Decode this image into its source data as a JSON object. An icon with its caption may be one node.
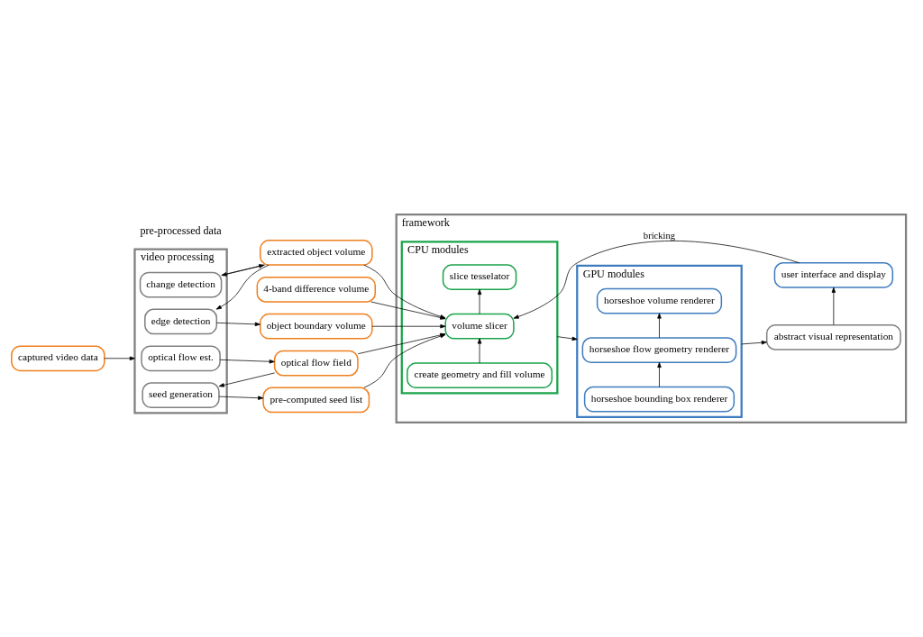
{
  "diagram": {
    "nodes": [
      {
        "text": [
          "captured video data"
        ]
      },
      {
        "text": [
          "video processing"
        ]
      },
      {
        "text": [
          "change detection"
        ],
        "in": 1
      },
      {
        "text": [
          "edge detection"
        ],
        "in": 1
      },
      {
        "text": [
          "optical flow est."
        ],
        "in": 1
      },
      {
        "text": [
          "seed generation"
        ],
        "in": 1
      },
      {
        "text": [
          "extracted object volume"
        ]
      },
      {
        "text": [
          "4-band difference volume"
        ]
      },
      {
        "text": [
          "object boundary volume"
        ]
      },
      {
        "text": [
          "optical flow field"
        ]
      },
      {
        "text": [
          "pre-computed seed list"
        ]
      },
      {
        "text": [
          "framework"
        ]
      },
      {
        "text": [
          "user interface and display"
        ],
        "in": 11
      },
      {
        "text": [
          "abstract visual representation"
        ],
        "in": 11
      },
      {
        "text": [
          "GPU modules"
        ],
        "in": 11
      },
      {
        "text": [
          "horseshoe bounding box renderer"
        ],
        "in": 14
      },
      {
        "text": [
          "horseshoe flow geometry renderer"
        ],
        "in": 14
      },
      {
        "text": [
          "horseshoe volume renderer"
        ],
        "in": 14
      },
      {
        "text": [
          "CPU modules"
        ],
        "in": 11
      },
      {
        "text": [
          "create geometry and fill volume"
        ],
        "in": 18
      },
      {
        "text": [
          "volume slicer"
        ],
        "in": 18
      },
      {
        "text": [
          "slice tesselator"
        ],
        "in": 18
      }
    ],
    "edges": [
      {
        "from": 0,
        "to": 1,
        "arrow": "to"
      },
      {
        "from": 2,
        "to": 6,
        "arrow": "to"
      },
      {
        "from": 6,
        "to": 2,
        "arrow": "to"
      },
      {
        "from": 6,
        "to": 3,
        "arrow": "to"
      },
      {
        "from": 3,
        "to": 8,
        "arrow": "to"
      },
      {
        "from": 4,
        "to": 9,
        "arrow": "to"
      },
      {
        "from": 9,
        "to": 5,
        "arrow": "to"
      },
      {
        "from": 5,
        "to": 10,
        "arrow": "to"
      },
      {
        "from": 6,
        "to": 20,
        "arrow": "to"
      },
      {
        "from": 7,
        "to": 20,
        "arrow": "to"
      },
      {
        "from": 8,
        "to": 20,
        "arrow": "to"
      },
      {
        "from": 9,
        "to": 20,
        "arrow": "to"
      },
      {
        "from": 10,
        "to": 20,
        "arrow": "to"
      },
      {
        "from": 12,
        "to": 20,
        "arrow": "to",
        "label": "bricking"
      },
      {
        "from": 19,
        "to": 20,
        "arrow": "to"
      },
      {
        "from": 20,
        "to": 21,
        "arrow": "to"
      },
      {
        "from": 15,
        "to": 16,
        "arrow": "to"
      },
      {
        "from": 16,
        "to": 17,
        "arrow": "to"
      },
      {
        "from": 18,
        "to": 14,
        "arrow": "to"
      },
      {
        "from": 14,
        "to": 13,
        "arrow": "to"
      },
      {
        "from": 13,
        "to": 12,
        "arrow": "to"
      }
    ],
    "labels": [
      "pre-processed data"
    ]
  }
}
